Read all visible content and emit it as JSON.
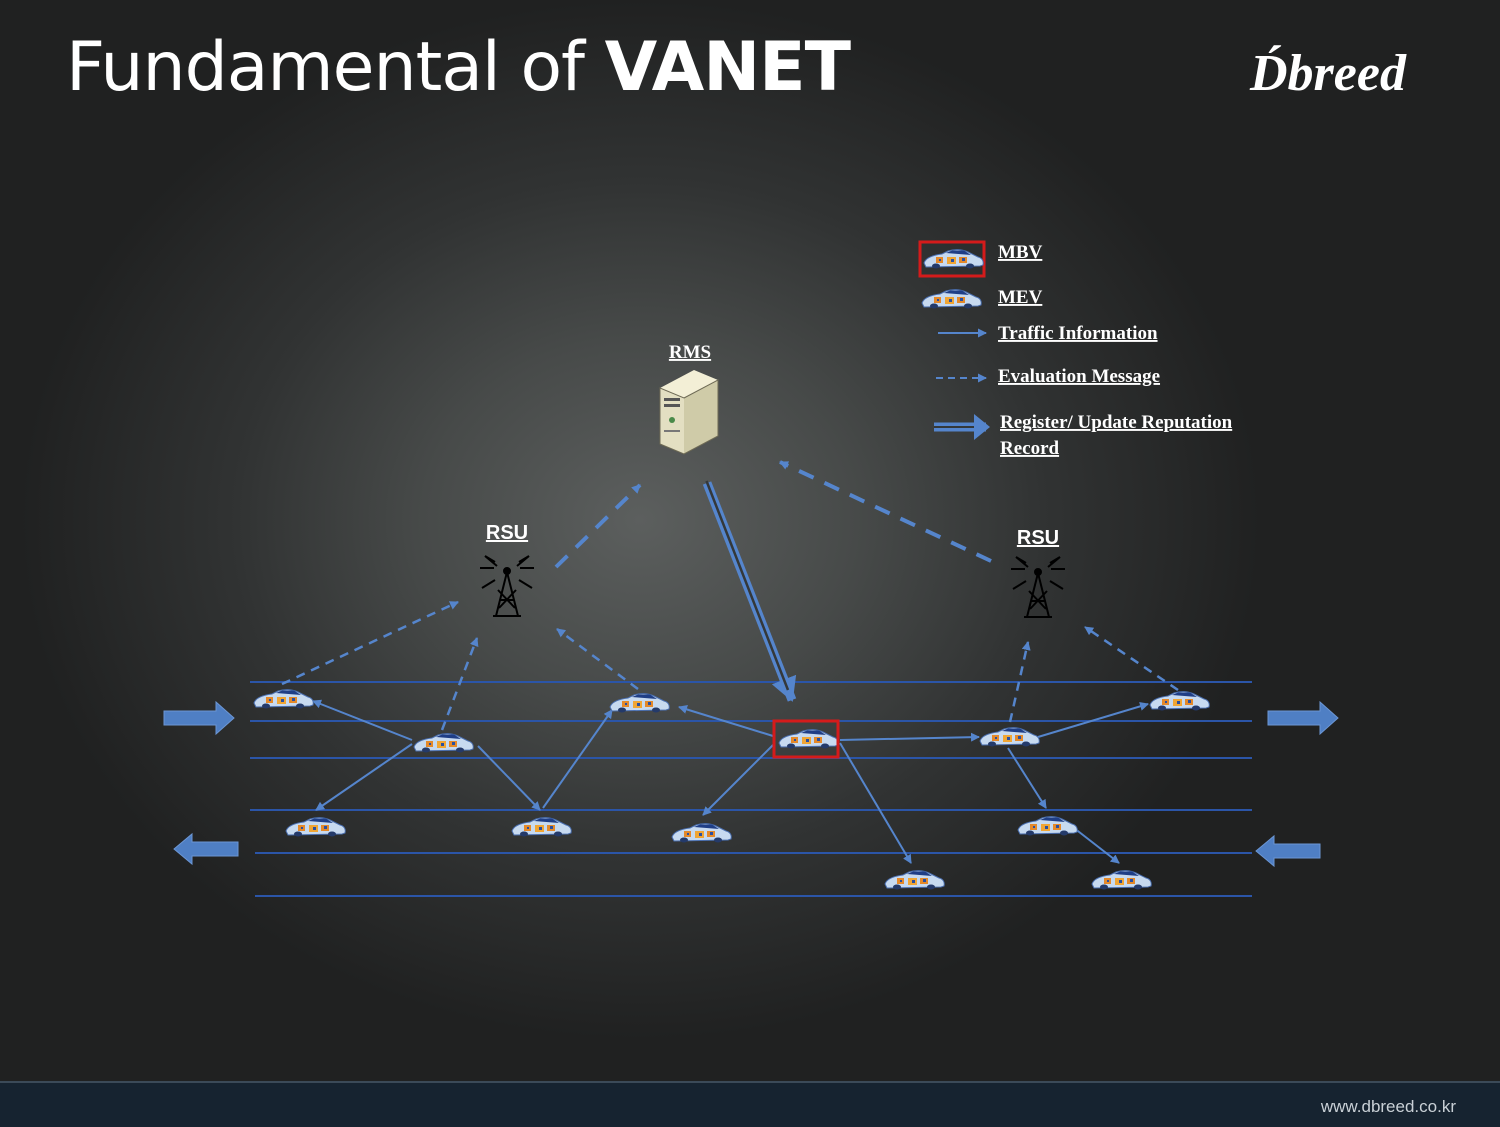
{
  "slide": {
    "title_regular": "Fundamental of ",
    "title_bold": "VANET",
    "logo": "D́breed",
    "footer_url": "www.dbreed.co.kr"
  },
  "diagram": {
    "rms_label": "RMS",
    "rsu_left_label": "RSU",
    "rsu_right_label": "RSU",
    "icons": {
      "server": "server-icon",
      "antenna": "antenna-tower-icon",
      "car": "car-icon"
    },
    "colors": {
      "arrow": "#4f7fc4",
      "road": "#2b55a8",
      "mbv_border": "#d41b1b"
    }
  },
  "legend": {
    "mbv": "MBV",
    "mev": "MEV",
    "traffic": "Traffic Information",
    "evaluation": "Evaluation Message",
    "register_line1": "Register/ Update Reputation",
    "register_line2": "Record"
  }
}
